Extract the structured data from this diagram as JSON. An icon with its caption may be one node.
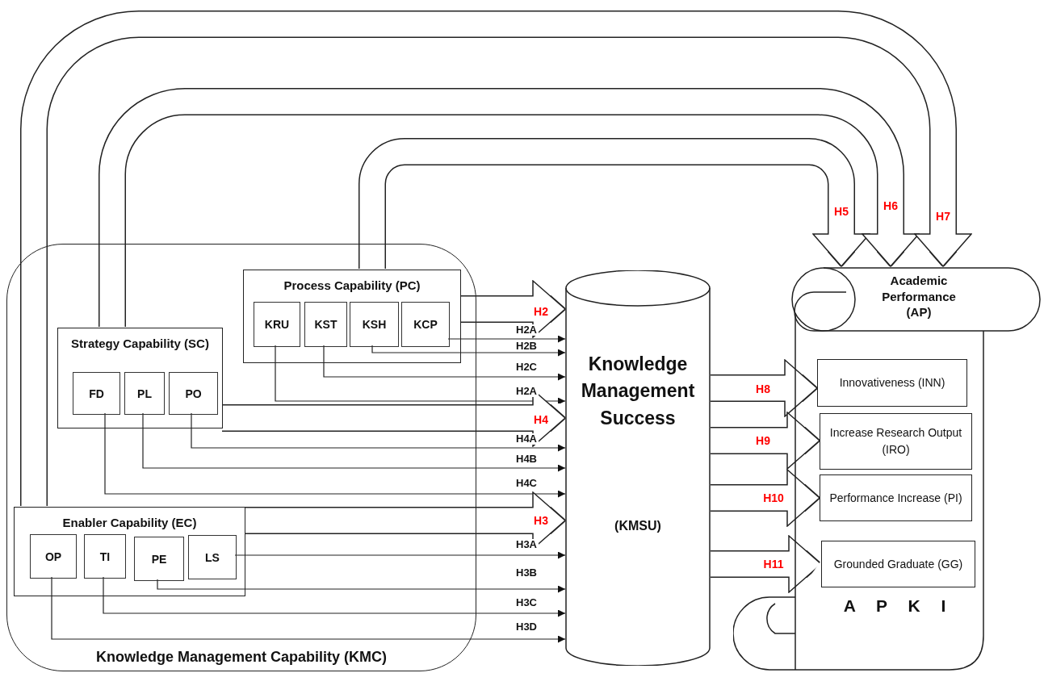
{
  "diagram": {
    "nodes": [
      {
        "text": [
          "Knowledge Management Capability (KMC)"
        ]
      },
      {
        "text": [
          "Process Capability (PC)"
        ],
        "in": 0
      },
      {
        "text": [
          "KRU"
        ],
        "in": 1
      },
      {
        "text": [
          "KST"
        ],
        "in": 1
      },
      {
        "text": [
          "KSH"
        ],
        "in": 1
      },
      {
        "text": [
          "KCP"
        ],
        "in": 1
      },
      {
        "text": [
          "Strategy Capability (SC)"
        ],
        "in": 0
      },
      {
        "text": [
          "FD"
        ],
        "in": 6
      },
      {
        "text": [
          "PL"
        ],
        "in": 6
      },
      {
        "text": [
          "PO"
        ],
        "in": 6
      },
      {
        "text": [
          "Enabler Capability (EC)"
        ],
        "in": 0
      },
      {
        "text": [
          "OP"
        ],
        "in": 10
      },
      {
        "text": [
          "TI"
        ],
        "in": 10
      },
      {
        "text": [
          "PE"
        ],
        "in": 10
      },
      {
        "text": [
          "LS"
        ],
        "in": 10
      },
      {
        "text": [
          "Knowledge Management Success",
          "(KMSU)"
        ]
      },
      {
        "text": [
          "Academic Performance (AP)",
          "A P K I"
        ]
      },
      {
        "text": [
          "Innovativeness (INN)"
        ],
        "in": 16
      },
      {
        "text": [
          "Increase Research Output (IRO)"
        ],
        "in": 16
      },
      {
        "text": [
          "Performance Increase (PI)"
        ],
        "in": 16
      },
      {
        "text": [
          "Grounded Graduate (GG)"
        ],
        "in": 16
      }
    ],
    "edges": [
      {
        "from": 1,
        "to": 15,
        "arrow": "to",
        "label": "H2",
        "style": "thick"
      },
      {
        "from": 5,
        "to": 15,
        "arrow": "to",
        "label": "H2A"
      },
      {
        "from": 4,
        "to": 15,
        "arrow": "to",
        "label": "H2B"
      },
      {
        "from": 3,
        "to": 15,
        "arrow": "to",
        "label": "H2C"
      },
      {
        "from": 2,
        "to": 15,
        "arrow": "to",
        "label": "H2A"
      },
      {
        "from": 6,
        "to": 15,
        "arrow": "to",
        "label": "H4",
        "style": "thick"
      },
      {
        "from": 9,
        "to": 15,
        "arrow": "to",
        "label": "H4A"
      },
      {
        "from": 8,
        "to": 15,
        "arrow": "to",
        "label": "H4B"
      },
      {
        "from": 7,
        "to": 15,
        "arrow": "to",
        "label": "H4C"
      },
      {
        "from": 10,
        "to": 15,
        "arrow": "to",
        "label": "H3",
        "style": "thick"
      },
      {
        "from": 14,
        "to": 15,
        "arrow": "to",
        "label": "H3A"
      },
      {
        "from": 13,
        "to": 15,
        "arrow": "to",
        "label": "H3B"
      },
      {
        "from": 12,
        "to": 15,
        "arrow": "to",
        "label": "H3C"
      },
      {
        "from": 11,
        "to": 15,
        "arrow": "to",
        "label": "H3D"
      },
      {
        "from": 1,
        "to": 16,
        "arrow": "to",
        "label": "H5",
        "style": "thick"
      },
      {
        "from": 6,
        "to": 16,
        "arrow": "to",
        "label": "H6",
        "style": "thick"
      },
      {
        "from": 10,
        "to": 16,
        "arrow": "to",
        "label": "H7",
        "style": "thick"
      },
      {
        "from": 15,
        "to": 17,
        "arrow": "to",
        "label": "H8",
        "style": "thick"
      },
      {
        "from": 15,
        "to": 18,
        "arrow": "to",
        "label": "H9",
        "style": "thick"
      },
      {
        "from": 15,
        "to": 19,
        "arrow": "to",
        "label": "H10",
        "style": "thick"
      },
      {
        "from": 15,
        "to": 20,
        "arrow": "to",
        "label": "H11",
        "style": "thick"
      }
    ]
  }
}
